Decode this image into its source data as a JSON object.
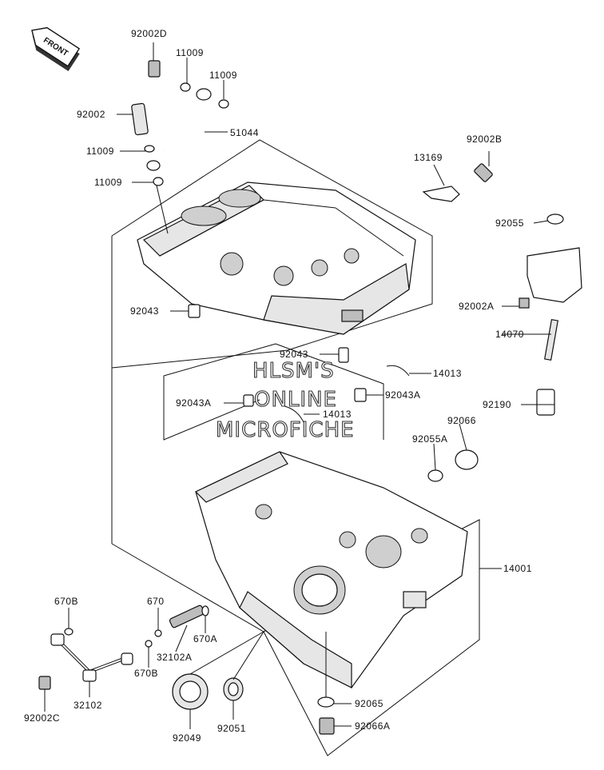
{
  "front_badge": "FRONT",
  "watermark": {
    "line1": "HLSM'S",
    "line2": "ONLINE",
    "line3": "MICROFICHE"
  },
  "part_labels": {
    "p92002D": "92002D",
    "p11009a": "11009",
    "p11009b": "11009",
    "p92002": "92002",
    "p51044": "51044",
    "p11009c": "11009",
    "p11009d": "11009",
    "p13169": "13169",
    "p92002B": "92002B",
    "p92055": "92055",
    "p92043a": "92043",
    "p92002A": "92002A",
    "p14070": "14070",
    "p92043b": "92043",
    "p14013a": "14013",
    "p92043A_left": "92043A",
    "p92043A_right": "92043A",
    "p14013b": "14013",
    "p92190": "92190",
    "p92066": "92066",
    "p92055A": "92055A",
    "p14001": "14001",
    "p670B_top": "670B",
    "p670": "670",
    "p670A": "670A",
    "p32102A": "32102A",
    "p670B_bot": "670B",
    "p32102": "32102",
    "p92002C": "92002C",
    "p92065": "92065",
    "p92066A": "92066A",
    "p92049": "92049",
    "p92051": "92051"
  }
}
